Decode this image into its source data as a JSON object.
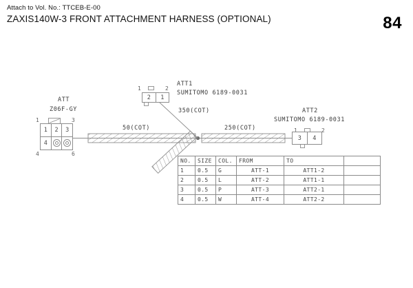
{
  "header": {
    "attach_line": "Attach to Vol. No.: TTCEB-E-00",
    "title": "ZAXIS140W-3 FRONT ATTACHMENT HARNESS (OPTIONAL)",
    "page_number": "84"
  },
  "connectors": {
    "att": {
      "label": "ATT",
      "part": "Z06F-GY",
      "cells_top": [
        "1",
        "2",
        "3"
      ],
      "cells_bottom": [
        "4",
        "",
        ""
      ],
      "corner_top_left": "1",
      "corner_top_right": "3",
      "corner_bottom_left": "4",
      "corner_bottom_right": "6"
    },
    "att1": {
      "label": "ATT1",
      "part": "SUMITOMO 6189-0031",
      "cells": [
        "2",
        "1"
      ],
      "corner_left": "1",
      "corner_right": "2"
    },
    "att2": {
      "label": "ATT2",
      "part": "SUMITOMO 6189-0031",
      "cells": [
        "3",
        "4"
      ],
      "corner_left": "1",
      "corner_right": "2"
    }
  },
  "harness_labels": {
    "seg_50": "50(COT)",
    "seg_350": "350(COT)",
    "seg_250": "250(COT)"
  },
  "table": {
    "headers": [
      "NO.",
      "SIZE",
      "COL.",
      "FROM",
      "TO",
      ""
    ],
    "rows": [
      [
        "1",
        "0.5",
        "G",
        "ATT-1",
        "ATT1-2",
        ""
      ],
      [
        "2",
        "0.5",
        "L",
        "ATT-2",
        "ATT1-1",
        ""
      ],
      [
        "3",
        "0.5",
        "P",
        "ATT-3",
        "ATT2-1",
        ""
      ],
      [
        "4",
        "0.5",
        "W",
        "ATT-4",
        "ATT2-2",
        ""
      ]
    ]
  },
  "colors": {
    "line": "#8c8c8c",
    "text": "#434343",
    "ink": "#111111"
  }
}
